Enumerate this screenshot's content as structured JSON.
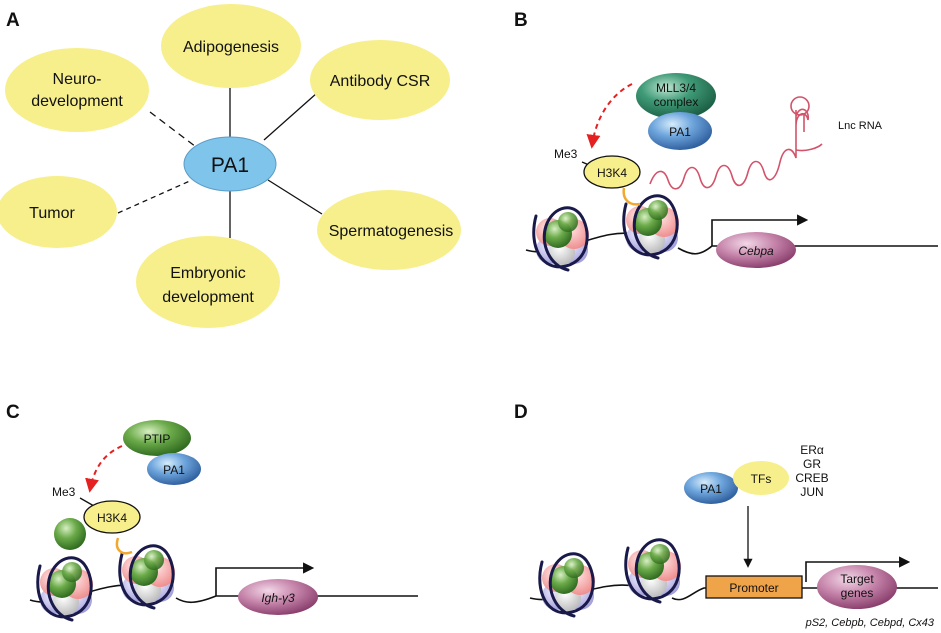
{
  "panels": {
    "a": {
      "letter": "A",
      "center": "PA1",
      "nodes": {
        "adipogenesis": "Adipogenesis",
        "antibody_csr": "Antibody CSR",
        "neuro_line1": "Neuro-",
        "neuro_line2": "development",
        "tumor": "Tumor",
        "spermatogenesis": "Spermatogenesis",
        "embryonic_line1": "Embryonic",
        "embryonic_line2": "development"
      }
    },
    "b": {
      "letter": "B",
      "mll_line1": "MLL3/4",
      "mll_line2": "complex",
      "pa1": "PA1",
      "lnc": "Lnc RNA",
      "me3": "Me3",
      "h3k4": "H3K4",
      "gene": "Cebpa"
    },
    "c": {
      "letter": "C",
      "ptip": "PTIP",
      "pa1": "PA1",
      "me3": "Me3",
      "h3k4": "H3K4",
      "gene": "Igh-γ3"
    },
    "d": {
      "letter": "D",
      "pa1": "PA1",
      "tfs": "TFs",
      "tf_list": [
        "ERα",
        "GR",
        "CREB",
        "JUN"
      ],
      "promoter": "Promoter",
      "target_line1": "Target",
      "target_line2": "genes",
      "footnote": "pS2, Cebpb, Cebpd, Cx43"
    }
  },
  "colors": {
    "yellow": "#f7ef8c",
    "pa1_blue": "#7fc4ea",
    "protein_blue": "#4b86c9",
    "green": "#5b9b3f",
    "teal": "#2f8a6a",
    "magenta": "#b0648f",
    "promoter": "#f0a44a",
    "rna": "#d2536a",
    "arrow_red": "#e52020"
  }
}
